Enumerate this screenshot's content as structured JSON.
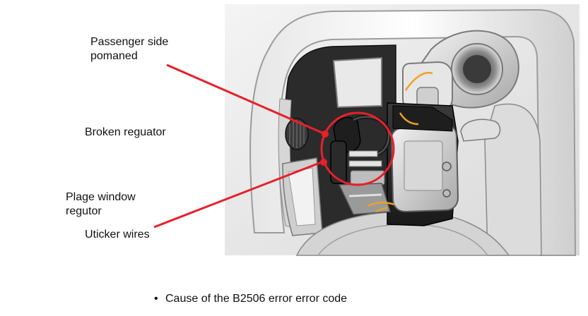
{
  "labels": {
    "passenger_side": [
      "Passenger side",
      "pomaned"
    ],
    "broken_regulator": "Broken reguator",
    "plage_window": [
      "Plage window",
      "regutor"
    ],
    "uticker_wires": "Uticker wires"
  },
  "caption": {
    "bullet": "•",
    "text": "Cause of the B2506 error error code"
  },
  "colors": {
    "callout": "#e8202a",
    "connector": "#f0a020"
  }
}
